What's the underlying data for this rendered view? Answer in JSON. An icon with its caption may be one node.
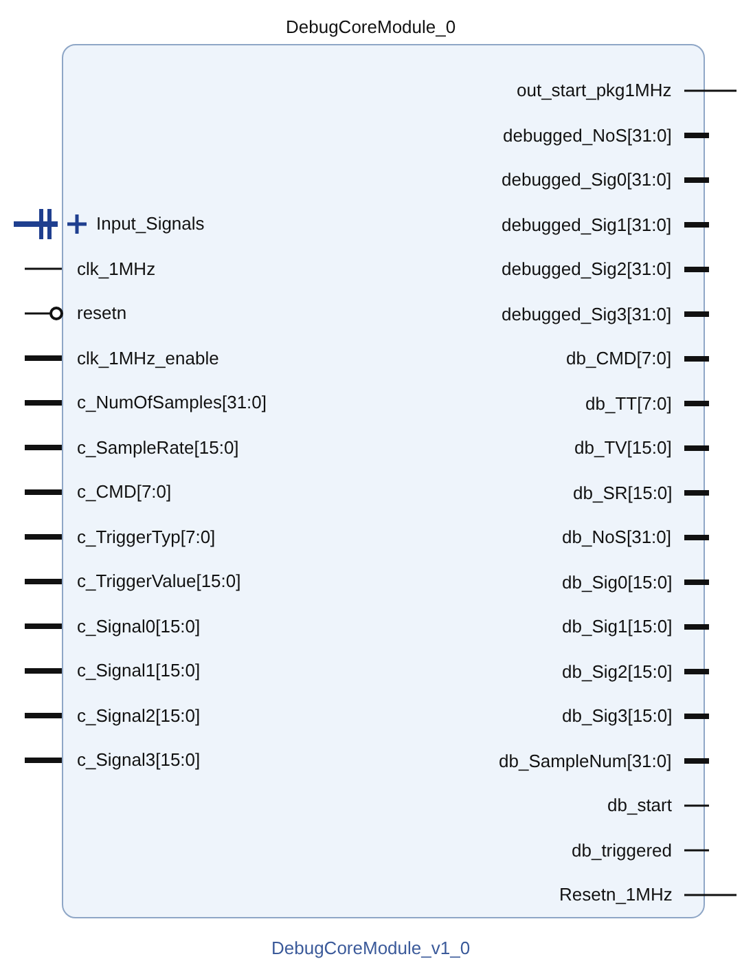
{
  "diagram": {
    "nodes": [
      {
        "text": [
          "DebugCoreModule_0"
        ],
        "beside": [
          "DebugCoreModule_v1_0"
        ]
      }
    ],
    "labels": [
      "Input_Signals",
      "clk_1MHz",
      "resetn",
      "clk_1MHz_enable",
      "c_NumOfSamples[31:0]",
      "c_SampleRate[15:0]",
      "c_CMD[7:0]",
      "c_TriggerTyp[7:0]",
      "c_TriggerValue[15:0]",
      "c_Signal0[15:0]",
      "c_Signal1[15:0]",
      "c_Signal2[15:0]",
      "c_Signal3[15:0]",
      "out_start_pkg1MHz",
      "debugged_NoS[31:0]",
      "debugged_Sig0[31:0]",
      "debugged_Sig1[31:0]",
      "debugged_Sig2[31:0]",
      "debugged_Sig3[31:0]",
      "db_CMD[7:0]",
      "db_TT[7:0]",
      "db_TV[15:0]",
      "db_SR[15:0]",
      "db_NoS[31:0]",
      "db_Sig0[15:0]",
      "db_Sig1[15:0]",
      "db_Sig2[15:0]",
      "db_Sig3[15:0]",
      "db_SampleNum[31:0]",
      "db_start",
      "db_triggered",
      "Resetn_1MHz"
    ]
  }
}
